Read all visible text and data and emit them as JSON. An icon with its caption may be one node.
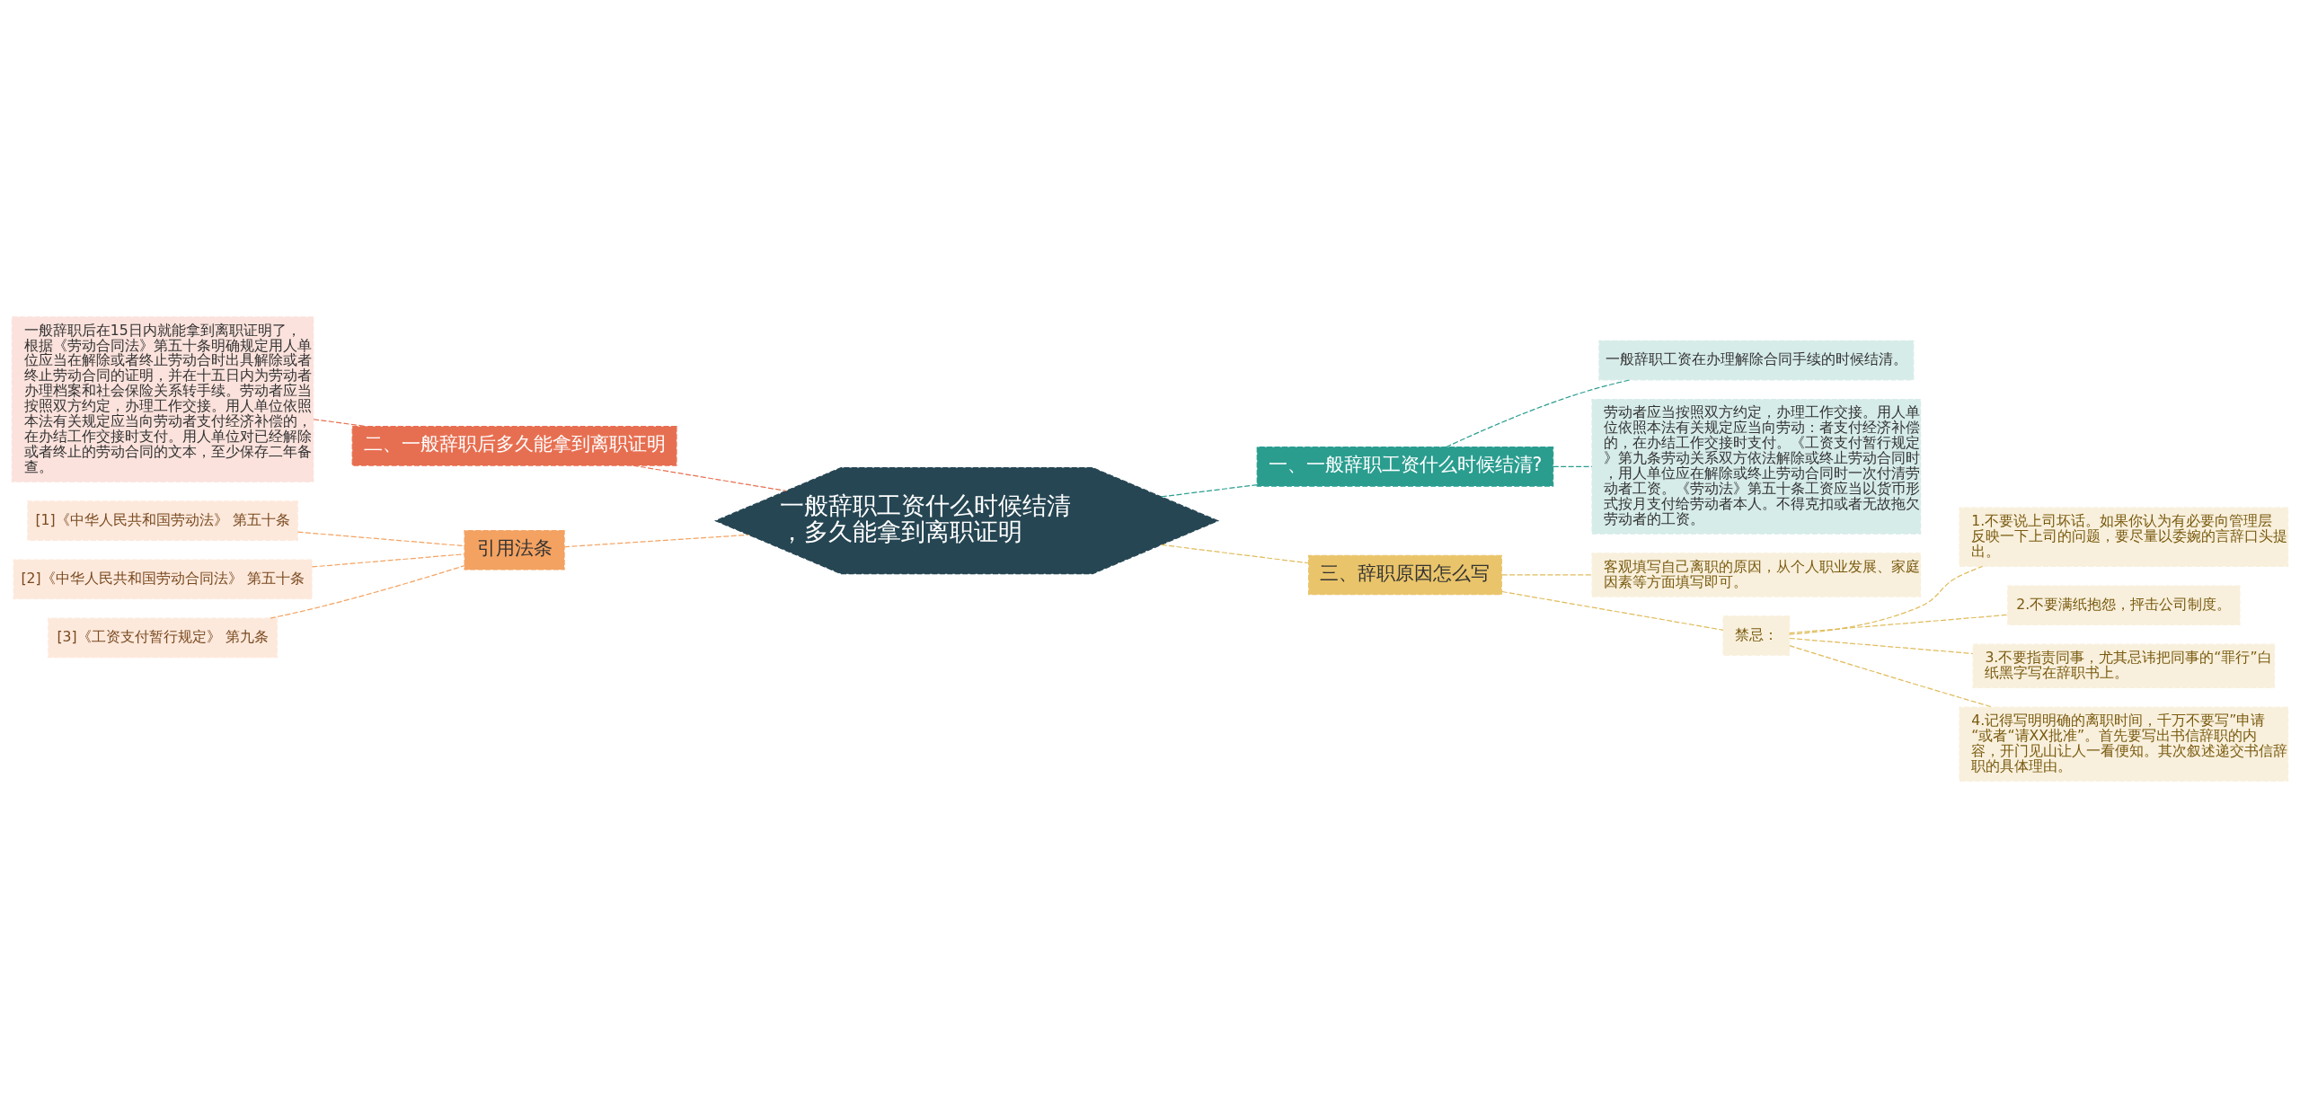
{
  "diagram": {
    "nodes": [
      {
        "text": [
          "一般辞职工资什么时候结清，多久能拿到离职证明"
        ]
      },
      {
        "text": [
          "一、一般辞职工资什么时候结清?"
        ]
      },
      {
        "text": [
          "一般辞职工资在办理解除合同手续的时候结清。"
        ]
      },
      {
        "text": [
          "劳动者应当按照双方约定，办理工作交接。用人单位依照本法有关规定应当向劳动：者支付经济补偿的，在办结工作交接时支付。《工资支付暂行规定》第九条劳动关系双方依法解除或终止劳动合同时，用人单位应在解除或终止劳动合同时一次付清劳动者工资。《劳动法》第五十条工资应当以货币形式按月支付给劳动者本人。不得克扣或者无故拖欠劳动者的工资。"
        ]
      },
      {
        "text": [
          "三、辞职原因怎么写"
        ]
      },
      {
        "text": [
          "客观填写自己离职的原因，从个人职业发展、家庭因素等方面填写即可。"
        ]
      },
      {
        "text": [
          "禁忌："
        ]
      },
      {
        "text": [
          "1.不要说上司坏话。如果你认为有必要向管理层反映一下上司的问题，要尽量以委婉的言辞口头提出。"
        ]
      },
      {
        "text": [
          "2.不要满纸抱怨，抨击公司制度。"
        ]
      },
      {
        "text": [
          "3.不要指责同事，尤其忌讳把同事的“罪行”白纸黑字写在辞职书上。"
        ]
      },
      {
        "text": [
          "4.记得写明明确的离职时间，千万不要写”申请“或者“请XX批准”。首先要写出书信辞职的内容，开门见山让人一看便知。其次叙述递交书信辞职的具体理由。"
        ]
      },
      {
        "text": [
          "二、一般辞职后多久能拿到离职证明"
        ]
      },
      {
        "text": [
          "一般辞职后在15日内就能拿到离职证明了，根据《劳动合同法》第五十条明确规定用人单位应当在解除或者终止劳动合时出具解除或者终止劳动合同的证明，并在十五日内为劳动者办理档案和社会保险关系转手续。劳动者应当按照双方约定，办理工作交接。用人单位依照本法有关规定应当向劳动者支付经济补偿的，在办结工作交接时支付。用人单位对已经解除或者终止的劳动合同的文本，至少保存二年备查。"
        ]
      },
      {
        "text": [
          "引用法条"
        ]
      },
      {
        "text": [
          "[1]《中华人民共和国劳动法》 第五十条"
        ]
      },
      {
        "text": [
          "[2]《中华人民共和国劳动合同法》 第五十条"
        ]
      },
      {
        "text": [
          "[3]《工资支付暂行规定》 第九条"
        ]
      }
    ],
    "edges": [
      {
        "from": 0,
        "to": 1,
        "arrow": "none",
        "style": "dashed",
        "color": "#2a9d8f"
      },
      {
        "from": 1,
        "to": 2,
        "arrow": "none",
        "style": "dashed",
        "color": "#2a9d8f"
      },
      {
        "from": 1,
        "to": 3,
        "arrow": "none",
        "style": "dashed",
        "color": "#2a9d8f"
      },
      {
        "from": 0,
        "to": 4,
        "arrow": "none",
        "style": "dashed",
        "color": "#e0bb5a"
      },
      {
        "from": 4,
        "to": 5,
        "arrow": "none",
        "style": "dashed",
        "color": "#e0bb5a"
      },
      {
        "from": 4,
        "to": 6,
        "arrow": "none",
        "style": "dashed",
        "color": "#e0bb5a"
      },
      {
        "from": 6,
        "to": 7,
        "arrow": "none",
        "style": "dashed",
        "color": "#e0bb5a"
      },
      {
        "from": 6,
        "to": 8,
        "arrow": "none",
        "style": "dashed",
        "color": "#e0bb5a"
      },
      {
        "from": 6,
        "to": 9,
        "arrow": "none",
        "style": "dashed",
        "color": "#e0bb5a"
      },
      {
        "from": 6,
        "to": 10,
        "arrow": "none",
        "style": "dashed",
        "color": "#e0bb5a"
      },
      {
        "from": 0,
        "to": 11,
        "arrow": "none",
        "style": "dashed",
        "color": "#e76f51"
      },
      {
        "from": 11,
        "to": 12,
        "arrow": "none",
        "style": "dashed",
        "color": "#e76f51"
      },
      {
        "from": 0,
        "to": 13,
        "arrow": "none",
        "style": "dashed",
        "color": "#f4a261"
      },
      {
        "from": 13,
        "to": 14,
        "arrow": "none",
        "style": "dashed",
        "color": "#f4a261"
      },
      {
        "from": 13,
        "to": 15,
        "arrow": "none",
        "style": "dashed",
        "color": "#f4a261"
      },
      {
        "from": 13,
        "to": 16,
        "arrow": "none",
        "style": "dashed",
        "color": "#f4a261"
      }
    ]
  }
}
